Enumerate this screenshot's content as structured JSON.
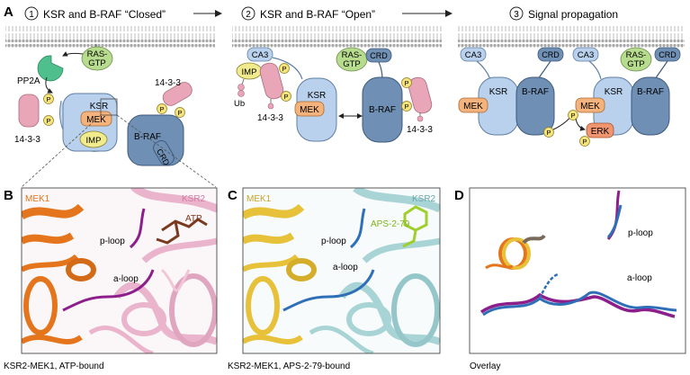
{
  "panels": {
    "A": "A",
    "B": "B",
    "C": "C",
    "D": "D"
  },
  "steps": [
    {
      "num": "1",
      "title": "KSR and B-RAF “Closed”"
    },
    {
      "num": "2",
      "title": "KSR and B-RAF “Open”"
    },
    {
      "num": "3",
      "title": "Signal propagation"
    }
  ],
  "labels": {
    "ras_gtp_line1": "RAS-",
    "ras_gtp_line2": "GTP",
    "pp2a": "PP2A",
    "p": "P",
    "ksr": "KSR",
    "mek": "MEK",
    "imp": "IMP",
    "ca3": "CA3",
    "crd": "CRD",
    "braf": "B-RAF",
    "erk": "ERK",
    "ub": "Ub",
    "s1433": "14-3-3"
  },
  "structure": {
    "b": {
      "mek1": "MEK1",
      "ksr2": "KSR2",
      "atp": "ATP",
      "ploop": "p-loop",
      "aloop": "a-loop",
      "caption": "KSR2-MEK1, ATP-bound"
    },
    "c": {
      "mek1": "MEK1",
      "ksr2": "KSR2",
      "ligand": "APS-2-79",
      "ploop": "p-loop",
      "aloop": "a-loop",
      "caption": "KSR2-MEK1, APS-2-79-bound"
    },
    "d": {
      "ploop": "p-loop",
      "aloop": "a-loop",
      "caption": "Overlay"
    }
  },
  "colors": {
    "ksr": "#b9d1ec",
    "braf": "#6f8fb4",
    "mek": "#f4b27c",
    "imp": "#f2eb8e",
    "ras": "#b8dc8e",
    "p": "#f4e27a",
    "pink": "#e8a6b8",
    "pp2a": "#4fbf8e",
    "erk": "#f0956f",
    "membrane": "#bdbdbd",
    "mek1_orange": "#e5751c",
    "ksr2_pink": "#eab4cc",
    "purple": "#8c1f8c",
    "atp_brown": "#7a3a1f",
    "mek1_gold": "#e7c13a",
    "ksr2_teal": "#a9d4d6",
    "aps_green": "#9fcf2c",
    "blue_loop": "#2f6fb8"
  }
}
